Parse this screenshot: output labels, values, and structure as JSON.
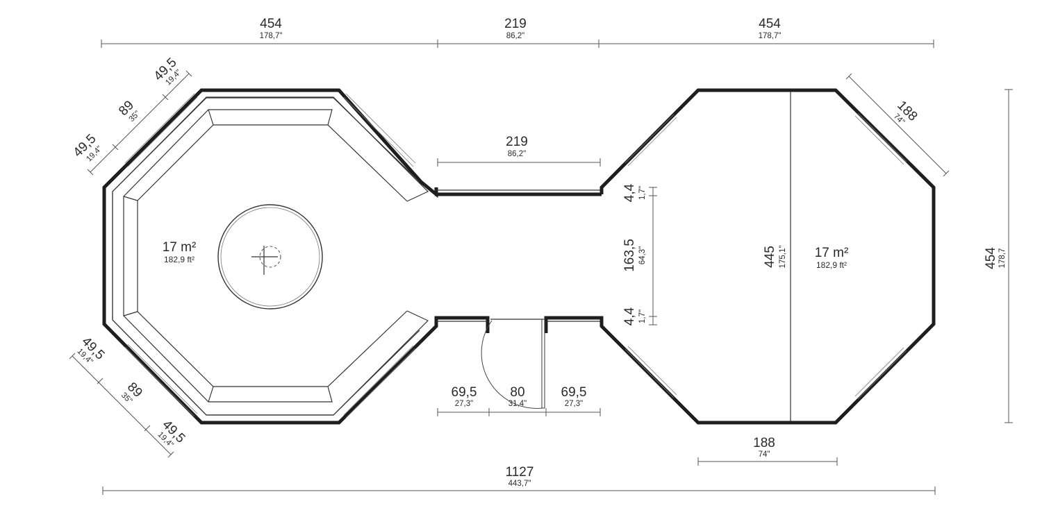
{
  "dims": {
    "top_left": {
      "v": "454",
      "s": "178,7\""
    },
    "top_mid": {
      "v": "219",
      "s": "86,2\""
    },
    "top_right": {
      "v": "454",
      "s": "178,7\""
    },
    "corridor": {
      "v": "219",
      "s": "86,2\""
    },
    "wall_a": {
      "v": "4,4",
      "s": "1,7\""
    },
    "opening": {
      "v": "163,5",
      "s": "64,3\""
    },
    "wall_b": {
      "v": "4,4",
      "s": "1,7\""
    },
    "right_height": {
      "v": "454",
      "s": "178,7"
    },
    "right_span": {
      "v": "445",
      "s": "175,1\""
    },
    "diag_right": {
      "v": "188",
      "s": "74\""
    },
    "bottom_right": {
      "v": "188",
      "s": "74\""
    },
    "door_left": {
      "v": "69,5",
      "s": "27,3\""
    },
    "door": {
      "v": "80",
      "s": "31,4\""
    },
    "door_right": {
      "v": "69,5",
      "s": "27,3\""
    },
    "total": {
      "v": "1127",
      "s": "443,7\""
    },
    "tl_a": {
      "v": "49,5",
      "s": "19,4\""
    },
    "tl_b": {
      "v": "89",
      "s": "35\""
    },
    "tl_c": {
      "v": "49,5",
      "s": "19,4\""
    },
    "bl_a": {
      "v": "49,5",
      "s": "19,4\""
    },
    "bl_b": {
      "v": "89",
      "s": "35\""
    },
    "bl_c": {
      "v": "49,5",
      "s": "19,4\""
    }
  },
  "rooms": {
    "left": {
      "area": "17 m²",
      "area_ft": "182,9 ft²"
    },
    "right": {
      "area": "17 m²",
      "area_ft": "182,9 ft²"
    }
  }
}
